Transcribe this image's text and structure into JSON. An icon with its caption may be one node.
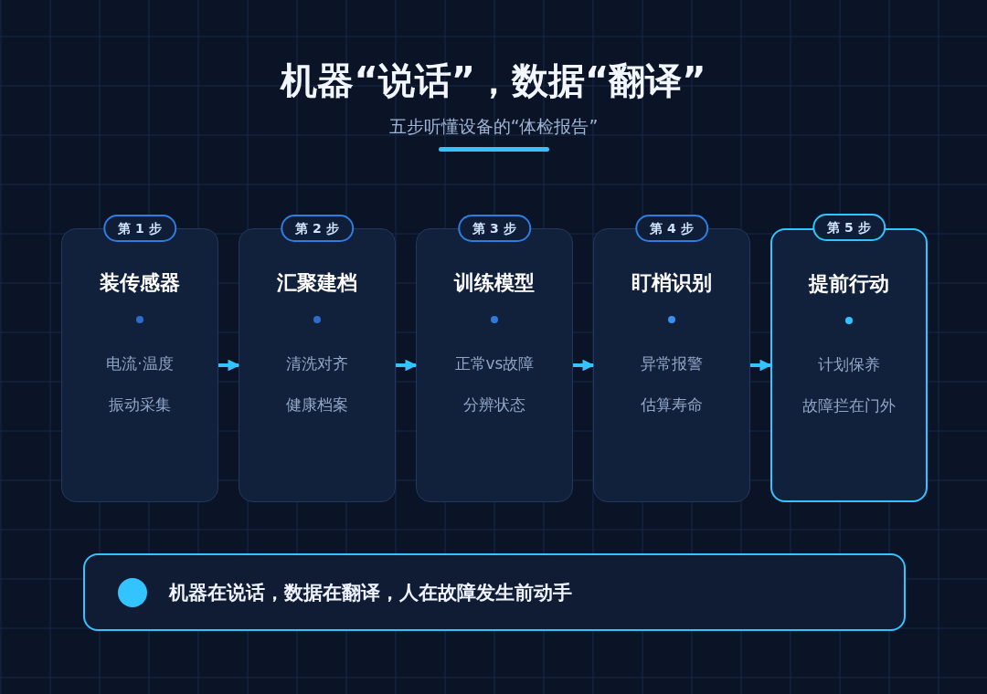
{
  "diagram": {
    "title": "机器“说话”，数据“翻译”",
    "caption": "五步听懂设备的“体检报告”",
    "nodes": [
      {
        "text": [
          "第 1 步"
        ]
      },
      {
        "text": [
          "装传感器",
          "电流·温度",
          "振动采集"
        ]
      },
      {
        "text": [
          "第 2 步"
        ]
      },
      {
        "text": [
          "汇聚建档",
          "清洗对齐",
          "健康档案"
        ]
      },
      {
        "text": [
          "第 3 步"
        ]
      },
      {
        "text": [
          "训练模型",
          "正常vs故障",
          "分辨状态"
        ]
      },
      {
        "text": [
          "第 4 步"
        ]
      },
      {
        "text": [
          "盯梢识别",
          "异常报警",
          "估算寿命"
        ]
      },
      {
        "text": [
          "第 5 步"
        ]
      },
      {
        "text": [
          "提前行动",
          "计划保养",
          "故障拦在门外"
        ]
      },
      {
        "text": [
          "机器在说话，数据在翻译，人在故障发生前动手"
        ]
      }
    ],
    "edges": [
      {
        "from": 1,
        "to": 3,
        "arrow": "to"
      },
      {
        "from": 3,
        "to": 5,
        "arrow": "to"
      },
      {
        "from": 5,
        "to": 7,
        "arrow": "to"
      },
      {
        "from": 7,
        "to": 9,
        "arrow": "to"
      }
    ]
  }
}
